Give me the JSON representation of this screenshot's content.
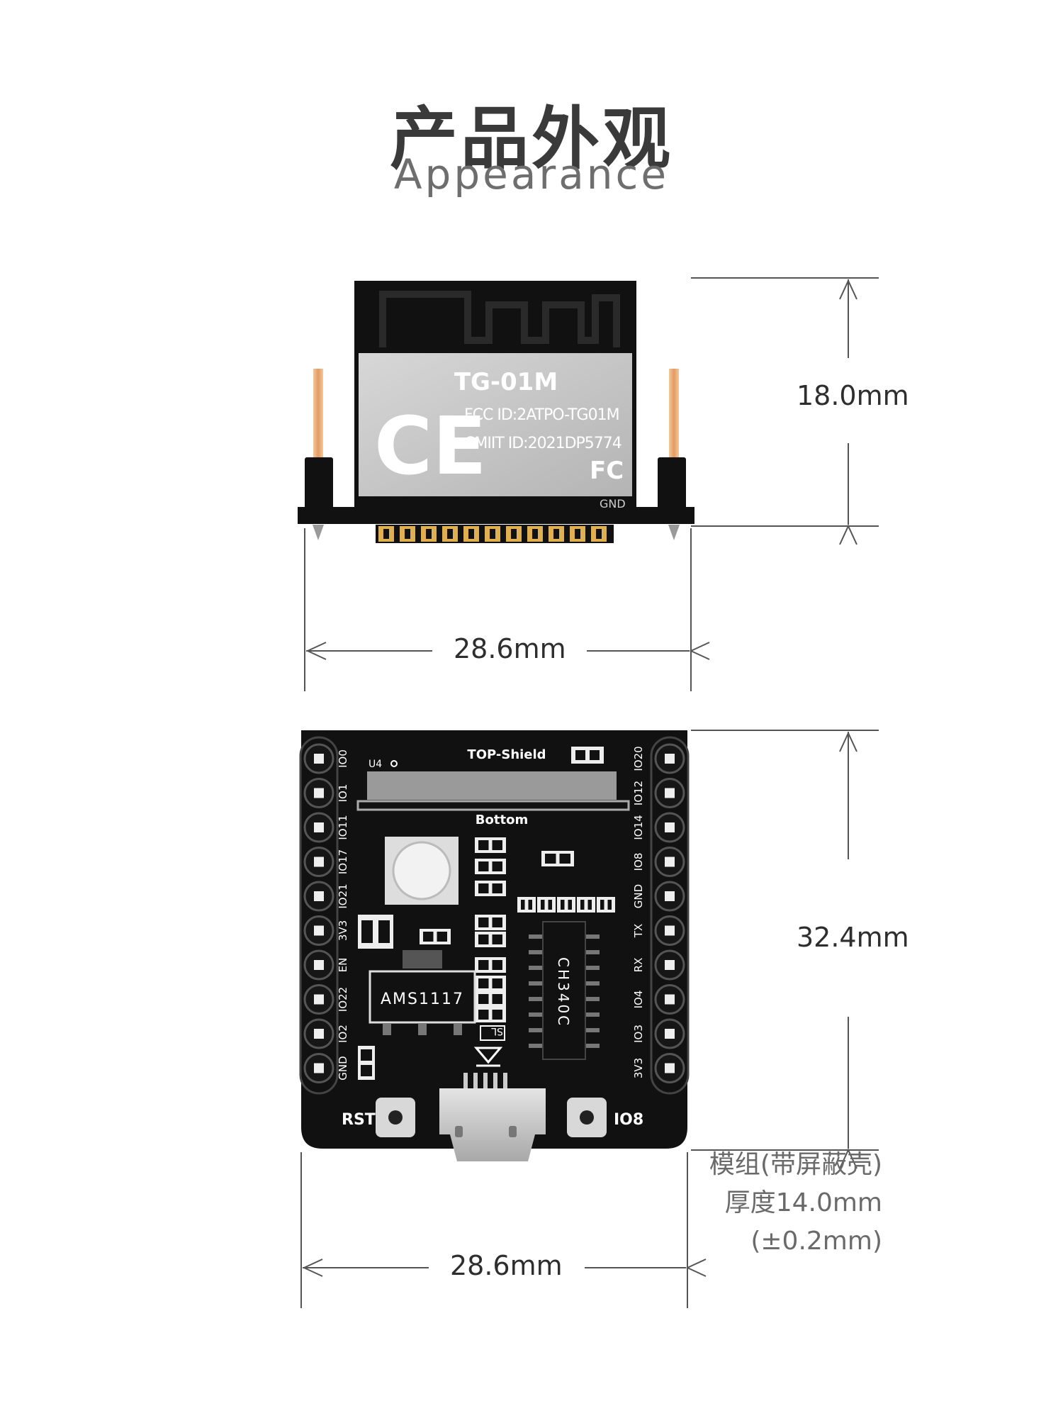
{
  "heading": {
    "title_cn": "产品外观",
    "title_en": "Appearance"
  },
  "module_view": {
    "model": "TG-01M",
    "fcc_id": "FCC ID:2ATPO-TG01M",
    "cmiit_id": "CMIIT ID:2021DP5774",
    "ce_mark": "CE",
    "fc_mark": "FC",
    "edge_label": "GND",
    "height_dim": "18.0mm",
    "width_dim": "28.6mm"
  },
  "board_view": {
    "shield_label": "TOP-Shield",
    "bottom_label": "Bottom",
    "u4_label": "U4",
    "ldo_label": "AMS1117",
    "usb_chip_label": "CH340C",
    "sl_label": "SL",
    "rst_label": "RST",
    "io8_label": "IO8",
    "left_pins": [
      "IO0",
      "IO1",
      "IO11",
      "IO17",
      "IO21",
      "3V3",
      "EN",
      "IO22",
      "IO2",
      "GND"
    ],
    "right_pins": [
      "IO20",
      "IO12",
      "IO14",
      "IO8",
      "GND",
      "TX",
      "RX",
      "IO4",
      "IO3",
      "3V3"
    ],
    "height_dim": "32.4mm",
    "width_dim": "28.6mm",
    "thickness_note": [
      "模组(带屏蔽壳)",
      "厚度14.0mm",
      "(±0.2mm)"
    ]
  },
  "colors": {
    "pcb": "#111111",
    "shield": "#c8c8c8",
    "pin_gold": "#e8b07a",
    "pad_gold": "#e0b050",
    "dimension_line": "#555555"
  }
}
